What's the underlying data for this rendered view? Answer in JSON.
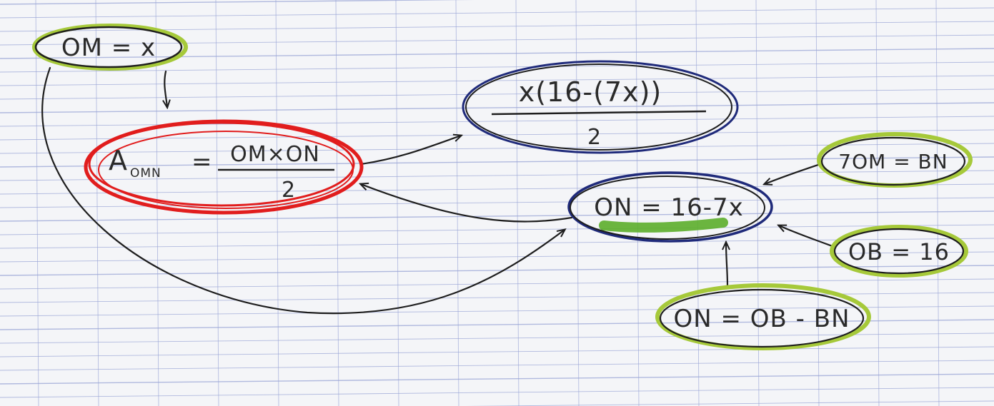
{
  "nodes": {
    "om": {
      "text": "OM = x"
    },
    "area": {
      "label": "A",
      "subscript": "OMN",
      "eq": "=",
      "numerator": "OM×ON",
      "denominator": "2"
    },
    "result": {
      "numerator": "x(16-(7x))",
      "denominator": "2"
    },
    "on_expr": {
      "text": "ON = 16-7x"
    },
    "bn": {
      "text": "7OM = BN"
    },
    "ob": {
      "text": "OB = 16"
    },
    "on_def": {
      "text": "ON = OB - BN"
    }
  },
  "colors": {
    "paper": "#f4f5f8",
    "grid": "#9aa5d6",
    "margin_line": "#c9a7b8",
    "ink": "#1e1e1e",
    "red": "#e11d1d",
    "navy": "#1f2a7a",
    "lime": "#a6c93a",
    "green_highlight": "#5cae2a"
  }
}
